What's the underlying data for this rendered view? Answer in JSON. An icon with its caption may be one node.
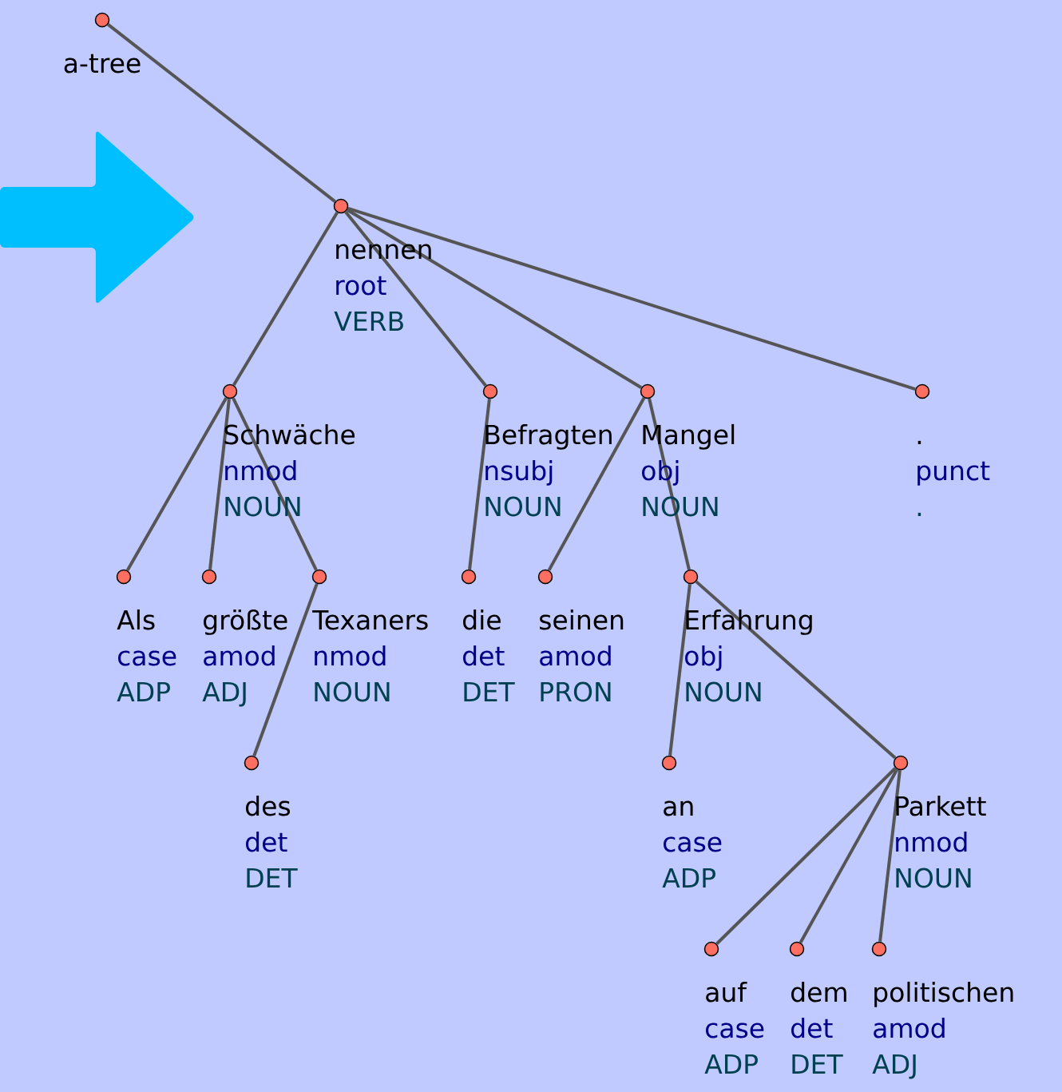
{
  "diagram": {
    "nodes": [
      {
        "text": [],
        "shape": "circle",
        "beside": [
          "a-tree"
        ]
      },
      {
        "text": [],
        "shape": "circle",
        "beside": [
          "nennen",
          "root",
          "VERB"
        ]
      },
      {
        "text": [],
        "shape": "circle",
        "beside": [
          "Schwäche",
          "nmod",
          "NOUN"
        ]
      },
      {
        "text": [],
        "shape": "circle",
        "beside": [
          "Befragten",
          "nsubj",
          "NOUN"
        ]
      },
      {
        "text": [],
        "shape": "circle",
        "beside": [
          "Mangel",
          "obj",
          "NOUN"
        ]
      },
      {
        "text": [],
        "shape": "circle",
        "beside": [
          ".",
          "punct",
          "."
        ]
      },
      {
        "text": [],
        "shape": "circle",
        "beside": [
          "Als",
          "case",
          "ADP"
        ]
      },
      {
        "text": [],
        "shape": "circle",
        "beside": [
          "größte",
          "amod",
          "ADJ"
        ]
      },
      {
        "text": [],
        "shape": "circle",
        "beside": [
          "Texaners",
          "nmod",
          "NOUN"
        ]
      },
      {
        "text": [],
        "shape": "circle",
        "beside": [
          "die",
          "det",
          "DET"
        ]
      },
      {
        "text": [],
        "shape": "circle",
        "beside": [
          "seinen",
          "amod",
          "PRON"
        ]
      },
      {
        "text": [],
        "shape": "circle",
        "beside": [
          "Erfahrung",
          "obj",
          "NOUN"
        ]
      },
      {
        "text": [],
        "shape": "circle",
        "beside": [
          "des",
          "det",
          "DET"
        ]
      },
      {
        "text": [],
        "shape": "circle",
        "beside": [
          "an",
          "case",
          "ADP"
        ]
      },
      {
        "text": [],
        "shape": "circle",
        "beside": [
          "Parkett",
          "nmod",
          "NOUN"
        ]
      },
      {
        "text": [],
        "shape": "circle",
        "beside": [
          "auf",
          "case",
          "ADP"
        ]
      },
      {
        "text": [],
        "shape": "circle",
        "beside": [
          "dem",
          "det",
          "DET"
        ]
      },
      {
        "text": [],
        "shape": "circle",
        "beside": [
          "politischen",
          "amod",
          "ADJ"
        ]
      }
    ],
    "edges": [
      {
        "from": 0,
        "to": 1,
        "arrow": "none"
      },
      {
        "from": 1,
        "to": 2,
        "arrow": "none"
      },
      {
        "from": 1,
        "to": 3,
        "arrow": "none"
      },
      {
        "from": 1,
        "to": 4,
        "arrow": "none"
      },
      {
        "from": 1,
        "to": 5,
        "arrow": "none"
      },
      {
        "from": 2,
        "to": 6,
        "arrow": "none"
      },
      {
        "from": 2,
        "to": 7,
        "arrow": "none"
      },
      {
        "from": 2,
        "to": 8,
        "arrow": "none"
      },
      {
        "from": 3,
        "to": 9,
        "arrow": "none"
      },
      {
        "from": 4,
        "to": 10,
        "arrow": "none"
      },
      {
        "from": 4,
        "to": 11,
        "arrow": "none"
      },
      {
        "from": 8,
        "to": 12,
        "arrow": "none"
      },
      {
        "from": 11,
        "to": 13,
        "arrow": "none"
      },
      {
        "from": 11,
        "to": 14,
        "arrow": "none"
      },
      {
        "from": 14,
        "to": 15,
        "arrow": "none"
      },
      {
        "from": 14,
        "to": 16,
        "arrow": "none"
      },
      {
        "from": 14,
        "to": 17,
        "arrow": "none"
      }
    ]
  }
}
